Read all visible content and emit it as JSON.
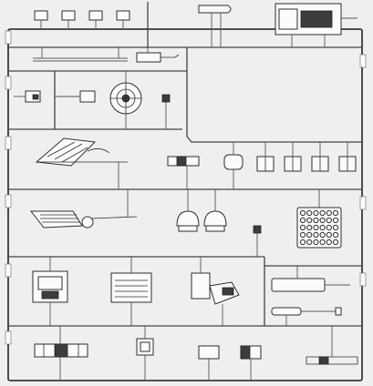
{
  "image": {
    "kind": "scale-model plastic kit sprue (line drawing)",
    "colors": {
      "background": "#efefed",
      "outline": "#2e2e2e",
      "fill": "#fbfbfa",
      "dark_fill": "#3c3c3c"
    }
  },
  "regions": [
    {
      "name": "top-row",
      "parts": [
        "small-square-plates",
        "rod-part",
        "top-hatch-part",
        "engraved-panel-part"
      ]
    },
    {
      "name": "second-row",
      "parts": [
        "bracket-parts",
        "fan-grille-part",
        "small-bracket"
      ]
    },
    {
      "name": "third-row",
      "parts": [
        "ramp-part-upper",
        "small-box-part",
        "round-box-part",
        "four-box-parts"
      ]
    },
    {
      "name": "fourth-row",
      "parts": [
        "ramp-part-lower",
        "two-dome-parts",
        "grid-panel-part"
      ]
    },
    {
      "name": "fifth-row",
      "parts": [
        "seat-part-left",
        "slatted-panel-part",
        "control-part",
        "slide-part",
        "tube-part"
      ]
    },
    {
      "name": "bottom-row",
      "parts": [
        "bumper-part",
        "small-frame-part",
        "two-blocks-part",
        "rail-part"
      ]
    }
  ]
}
